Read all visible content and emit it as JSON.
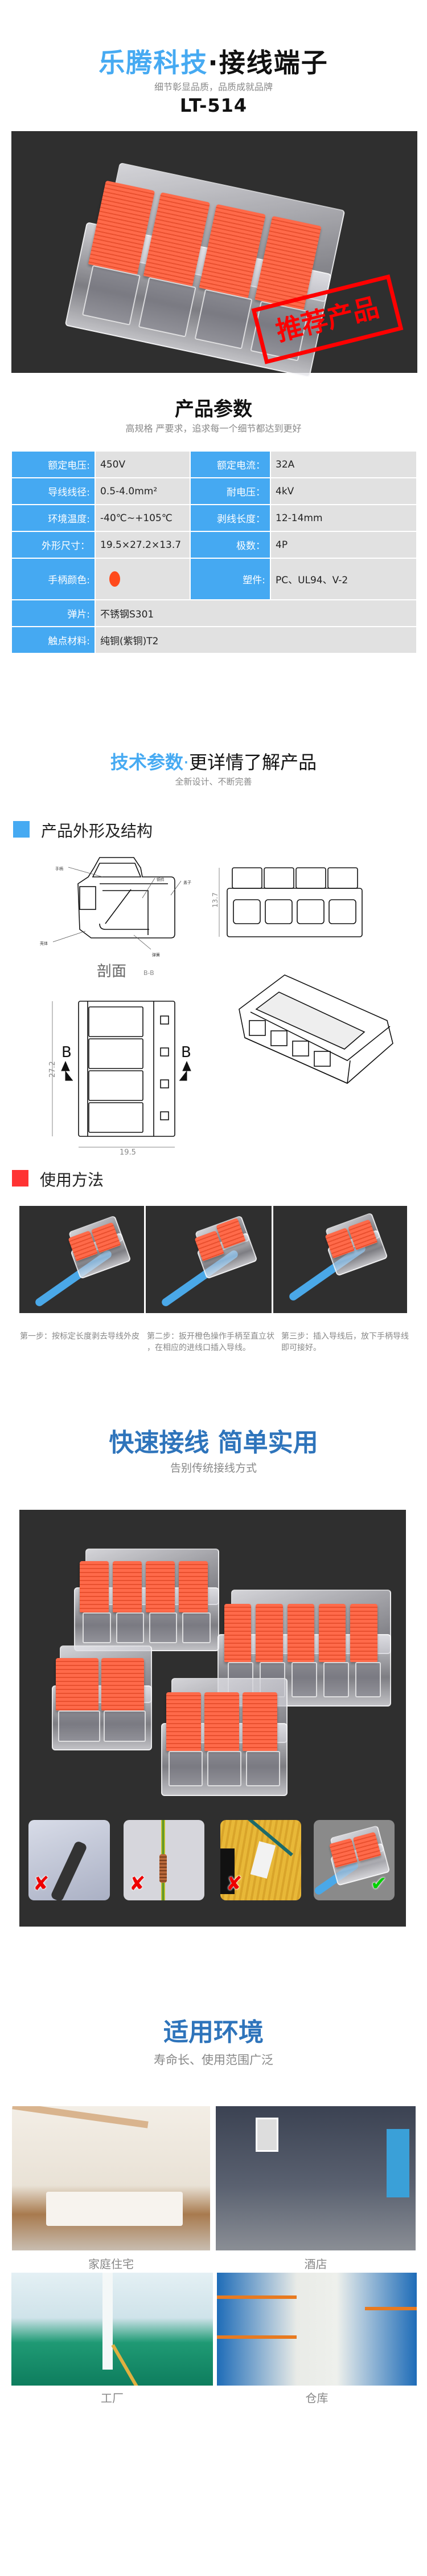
{
  "header": {
    "brand": "乐腾科技",
    "separator": "·",
    "product_type": "接线端子",
    "tagline": "细节彰显品质，品质成就品牌",
    "model": "LT-514"
  },
  "hero": {
    "stamp": "推荐产品"
  },
  "specs": {
    "title": "产品参数",
    "subtitle": "高规格 严要求，追求每一个细节都达到更好",
    "handle_color": "#ff4a1c",
    "rows": [
      {
        "l1": "额定电压:",
        "v1": "450V",
        "l2": "额定电流：",
        "v2": "32A"
      },
      {
        "l1": "导线线径:",
        "v1": "0.5-4.0mm²",
        "l2": "耐电压：",
        "v2": "4kV"
      },
      {
        "l1": "环境温度:",
        "v1": "-40℃~+105℃",
        "l2": "剥线长度：",
        "v2": "12-14mm"
      },
      {
        "l1": "外形尺寸：",
        "v1": "19.5×27.2×13.7",
        "l2": "极数：",
        "v2": "4P"
      },
      {
        "l1": "手柄颜色:",
        "l2": "塑件:",
        "v2": "PC、UL94、V-2"
      },
      {
        "l1": "弹片:",
        "v1": "不锈钢S301"
      },
      {
        "l1": "触点材料:",
        "v1": "纯铜(紫铜)T2"
      }
    ]
  },
  "tech": {
    "title_accent": "技术参数",
    "title_sep": "·",
    "title_rest": "更详情了解产品",
    "subtitle": "全新设计、不断完善"
  },
  "structure": {
    "heading": "产品外形及结构",
    "parts": {
      "handle": "手柄",
      "copper": "铜件",
      "cover": "盖子",
      "shell": "壳体",
      "spring": "弹簧"
    },
    "section_label": "剖面",
    "section_id": "B-B",
    "dim_height": "13.7",
    "dim_length": "27.2",
    "dim_width": "19.5",
    "cut_mark": "B"
  },
  "usage": {
    "heading": "使用方法",
    "steps": [
      {
        "line1": "第一步：按标定长度剥去导线外皮",
        "line2": ""
      },
      {
        "line1": "第二步：扳开橙色操作手柄至直立状",
        "line2": "，在相应的进线口插入导线。"
      },
      {
        "line1": "第三步：插入导线后，放下手柄导线",
        "line2": "即可接好。"
      }
    ]
  },
  "quick": {
    "title": "快速接线 简单实用",
    "subtitle": "告别传统接线方式",
    "compare": [
      {
        "icon": "cross",
        "ok": false
      },
      {
        "icon": "cross",
        "ok": false
      },
      {
        "icon": "cross",
        "ok": false
      },
      {
        "icon": "check",
        "ok": true
      }
    ],
    "cross_glyph": "✘",
    "check_glyph": "✔"
  },
  "environment": {
    "title": "适用环境",
    "subtitle": "寿命长、使用范围广泛",
    "places": [
      "家庭住宅",
      "酒店",
      "工厂",
      "仓库"
    ]
  }
}
